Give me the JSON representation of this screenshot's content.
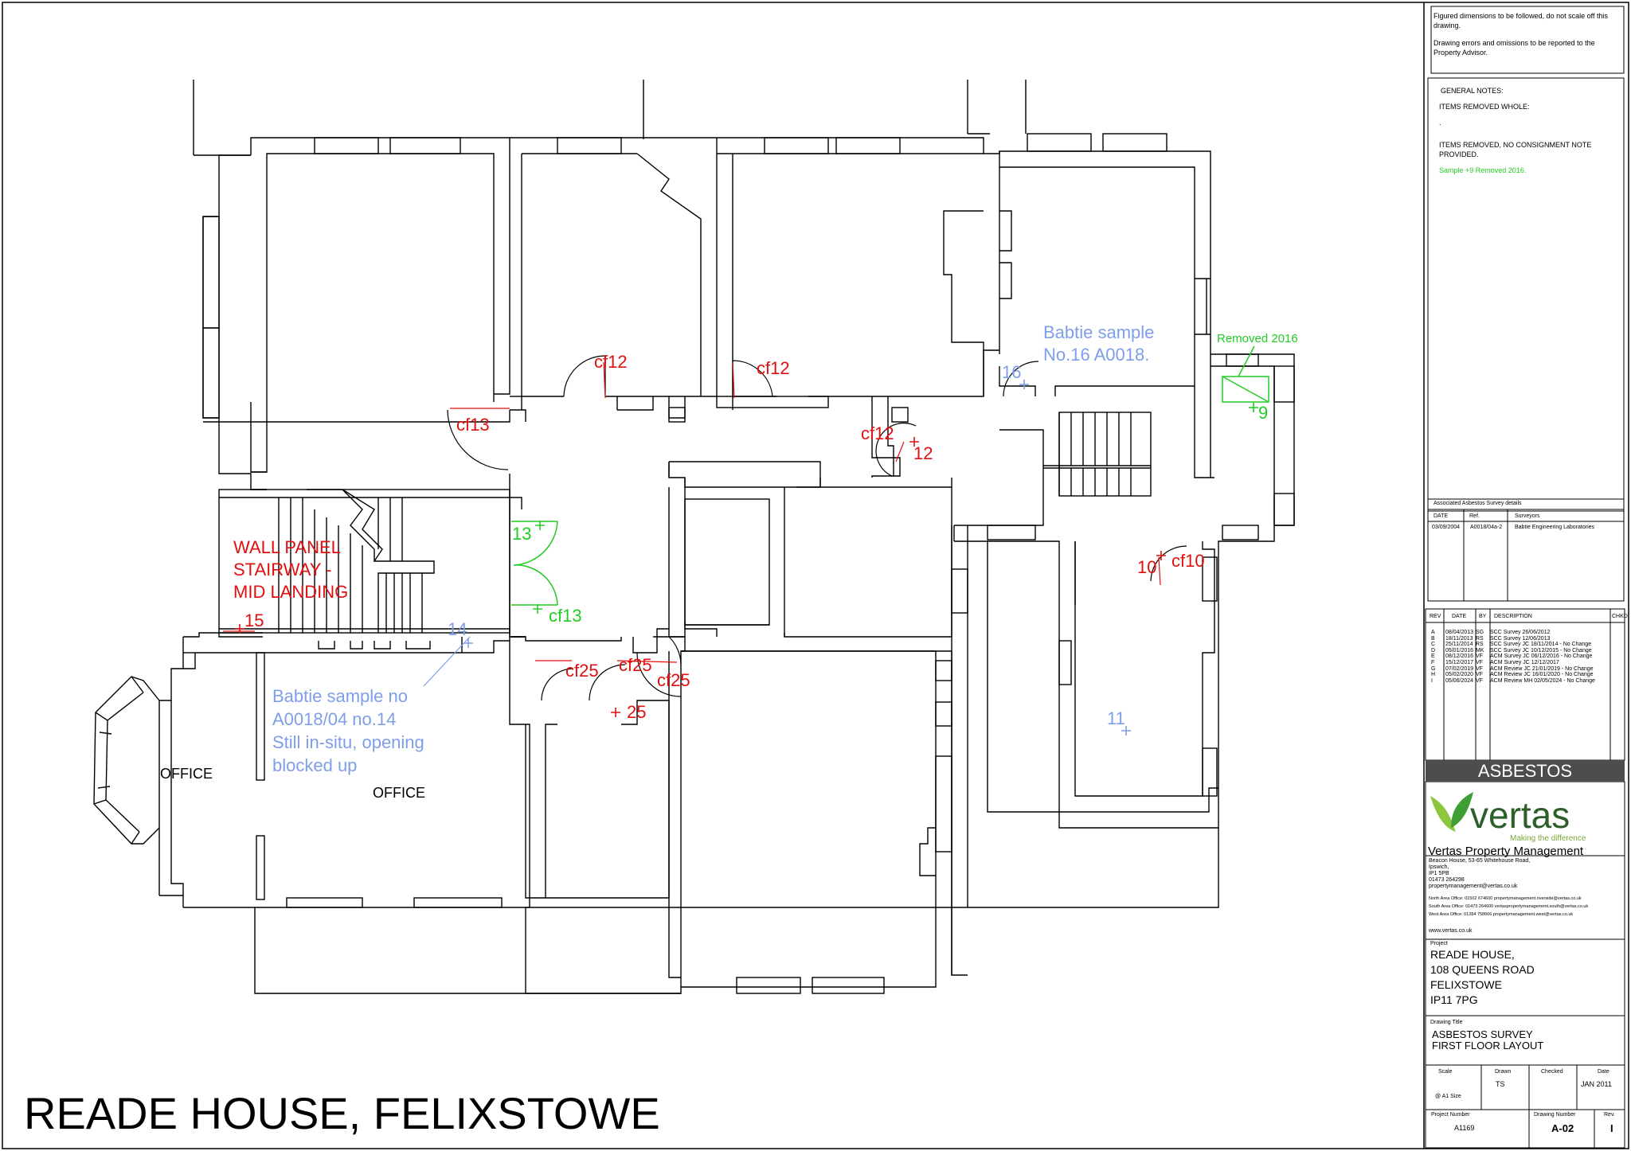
{
  "main_title": "READE HOUSE, FELIXSTOWE",
  "plan_labels": {
    "office_left": "OFFICE",
    "office_right": "OFFICE",
    "wall_panel": [
      "WALL PANEL",
      "STAIRWAY -",
      "MID LANDING"
    ],
    "babtie_16": [
      "Babtie sample",
      "No.16 A0018."
    ],
    "babtie_14": [
      "Babtie sample no",
      "A0018/04 no.14",
      "Still in-situ, opening",
      "blocked up"
    ],
    "removed_2016": "Removed 2016"
  },
  "sample_markers": [
    {
      "id": "m-cf12-a",
      "text": "cf12",
      "color": "red"
    },
    {
      "id": "m-cf12-b",
      "text": "cf12",
      "color": "red"
    },
    {
      "id": "m-cf13-a",
      "text": "cf13",
      "color": "red"
    },
    {
      "id": "m-cf12-c",
      "text": "cf12",
      "color": "red"
    },
    {
      "id": "m-12",
      "text": "12",
      "color": "red"
    },
    {
      "id": "m-16",
      "text": "16",
      "color": "blue"
    },
    {
      "id": "m-9",
      "text": "9",
      "color": "green"
    },
    {
      "id": "m-13",
      "text": "13",
      "color": "green"
    },
    {
      "id": "m-cf13-b",
      "text": "cf13",
      "color": "green"
    },
    {
      "id": "m-10",
      "text": "10",
      "color": "red"
    },
    {
      "id": "m-cf10",
      "text": "cf10",
      "color": "red"
    },
    {
      "id": "m-15",
      "text": "15",
      "color": "red"
    },
    {
      "id": "m-14",
      "text": "14",
      "color": "blue"
    },
    {
      "id": "m-cf25-a",
      "text": "cf25",
      "color": "red"
    },
    {
      "id": "m-cf25-b",
      "text": "cf25",
      "color": "red"
    },
    {
      "id": "m-cf25-c",
      "text": "cf25",
      "color": "red"
    },
    {
      "id": "m-25",
      "text": "25",
      "color": "red"
    },
    {
      "id": "m-11",
      "text": "11",
      "color": "blue"
    }
  ],
  "colors": {
    "red": "#e01010",
    "blue": "#7f9ee8",
    "green": "#22cc22",
    "line": "#000000",
    "banner": "#4d4d4d"
  },
  "title_block": {
    "note_1": "Figured dimensions to be followed, do not scale off this drawing.",
    "note_2": "Drawing errors and omissions to be reported to the Property Advisor.",
    "general_notes": "GENERAL NOTES:",
    "items_removed_whole": "ITEMS REMOVED WHOLE:",
    "dot": ".",
    "items_removed_no_note": "ITEMS REMOVED, NO CONSIGNMENT NOTE PROVIDED.",
    "sample_removed": "Sample +9 Removed 2016.",
    "assoc_title": "Associated Asbestos Survey details",
    "assoc_headers": [
      "DATE",
      "Ref.",
      "Surveyors"
    ],
    "assoc_row": [
      "03/09/2004",
      "A0018/04a-2",
      "Babtie Engineering Laboratories"
    ],
    "rev_headers": [
      "REV",
      "DATE",
      "BY",
      "DESCRIPTION",
      "CHKD"
    ],
    "revisions": [
      [
        "A",
        "08/04/2013",
        "SG",
        "SCC Survey 26/06/2012"
      ],
      [
        "B",
        "18/11/2013",
        "RS",
        "SCC Survey 12/06/2013"
      ],
      [
        "C",
        "25/11/2014",
        "RS",
        "SCC Survey JC 18/11/2014 - No Change"
      ],
      [
        "D",
        "05/01/2016",
        "MK",
        "SCC Survey JC 10/12/2015 - No Change"
      ],
      [
        "E",
        "08/12/2016",
        "VF",
        "ACM Survey JC 06/12/2016 - No Change"
      ],
      [
        "F",
        "15/12/2017",
        "VF",
        "ACM Survey JC 12/12/2017"
      ],
      [
        "G",
        "07/02/2019",
        "VF",
        "ACM Review JC 21/01/2019 - No Change"
      ],
      [
        "H",
        "05/02/2020",
        "VF",
        "ACM Review JC 16/01/2020 - No Change"
      ],
      [
        "I",
        "05/06/2024",
        "VF",
        "ACM Review MH 02/05/2024 - No Change"
      ]
    ],
    "banner": "ASBESTOS",
    "logo_text": "vertas",
    "logo_tagline": "Making the difference",
    "company": "Vertas Property Management",
    "address": [
      "Beacon House, 53-65 Whitehouse Road,",
      "Ipswich,",
      "IP1 5PB",
      "01473 264298",
      "propertymanagement@vertas.co.uk"
    ],
    "offices": [
      "North Area Office: 01502 674600  propertymanagement.riverside@vertas.co.uk",
      "South Area Office: 01473 264600  vertaspropertymanagement.south@vertas.co.uk",
      "West Area Office: 01284 758666  propertymanagement.west@vertas.co.uk"
    ],
    "website": "www.vertas.co.uk",
    "project_label": "Project",
    "project_lines": [
      "READE HOUSE,",
      "108 QUEENS ROAD",
      "FELIXSTOWE",
      "IP11 7PG"
    ],
    "drawing_title_label": "Drawing Title",
    "drawing_title_lines": [
      "ASBESTOS SURVEY",
      "FIRST FLOOR LAYOUT"
    ],
    "scale_label": "Scale",
    "scale_value": "@ A1 Size",
    "drawn_label": "Drawn",
    "drawn_value": "TS",
    "checked_label": "Checked",
    "checked_value": "",
    "date_label": "Date",
    "date_value": "JAN 2011",
    "project_number_label": "Project Number",
    "project_number": "A1169",
    "drawing_number_label": "Drawing Number",
    "drawing_number": "A-02",
    "rev_label": "Rev.",
    "rev_value": "I"
  }
}
